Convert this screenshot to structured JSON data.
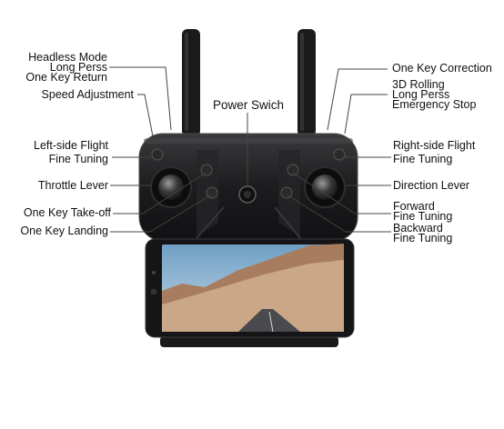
{
  "labels": {
    "headless": [
      "Headless Mode",
      "Long Perss",
      "One Key Return"
    ],
    "speed": "Speed Adjustment",
    "power": "Power Swich",
    "left_fine": [
      "Left-side Flight",
      "Fine Tuning"
    ],
    "throttle": "Throttle Lever",
    "takeoff": "One Key Take-off",
    "landing": "One Key Landing",
    "correction": "One Key Correction",
    "rolling": [
      "3D Rolling",
      "Long Perss",
      "Emergency Stop"
    ],
    "right_fine": [
      "Right-side Flight",
      "Fine Tuning"
    ],
    "direction": "Direction Lever",
    "forward": [
      "Forward",
      "Fine Tuning"
    ],
    "backward": [
      "Backward",
      "Fine Tuning"
    ]
  },
  "colors": {
    "body": "#1c1c1e",
    "body_edge": "#3a3a3c",
    "leader": "#444444",
    "sky": "#8fb4cf",
    "sand": "#c9a787",
    "road": "#4a4a4e"
  }
}
